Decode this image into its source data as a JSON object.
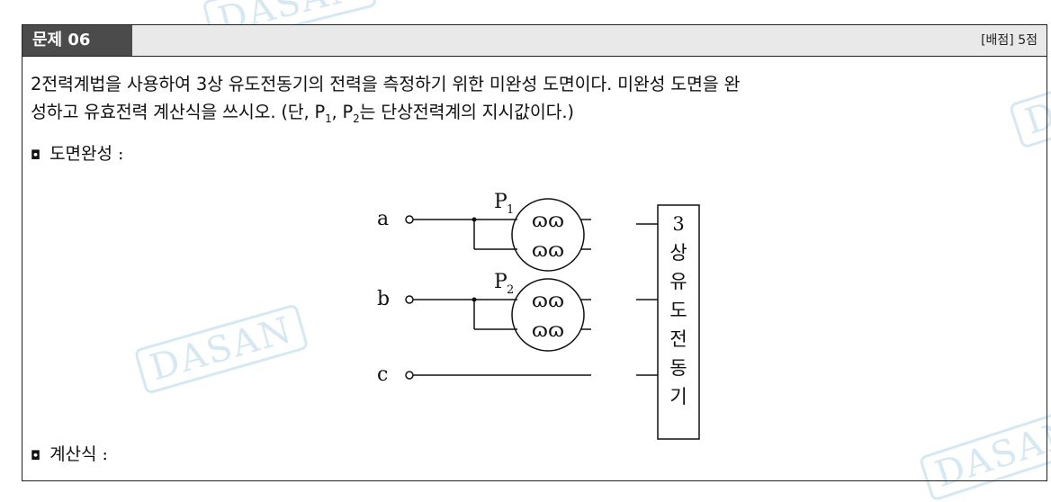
{
  "problem": {
    "number_label": "문제 06",
    "score_label": "[배점] 5점"
  },
  "question": {
    "text_line1": "2전력계법을 사용하여 3상 유도전동기의 전력을 측정하기 위한 미완성 도면이다. 미완성 도면을 완",
    "text_line2_a": "성하고 유효전력 계산식을 쓰시오. (단, P",
    "text_line2_sub1": "1",
    "text_line2_b": ", P",
    "text_line2_sub2": "2",
    "text_line2_c": "는 단상전력계의 지시값이다.)"
  },
  "items": {
    "bullet_symbol": "◘",
    "drawing_label": "도면완성 :",
    "formula_label": "계산식 :"
  },
  "diagram": {
    "terminal_a": "a",
    "terminal_b": "b",
    "terminal_c": "c",
    "meter1_letter": "P",
    "meter1_sub": "1",
    "meter2_letter": "P",
    "meter2_sub": "2",
    "coil_symbol": "ɷɷ",
    "motor_label_chars": [
      "3",
      "상",
      "유",
      "도",
      "전",
      "동",
      "기"
    ]
  },
  "watermark": {
    "text": "DASAN"
  }
}
